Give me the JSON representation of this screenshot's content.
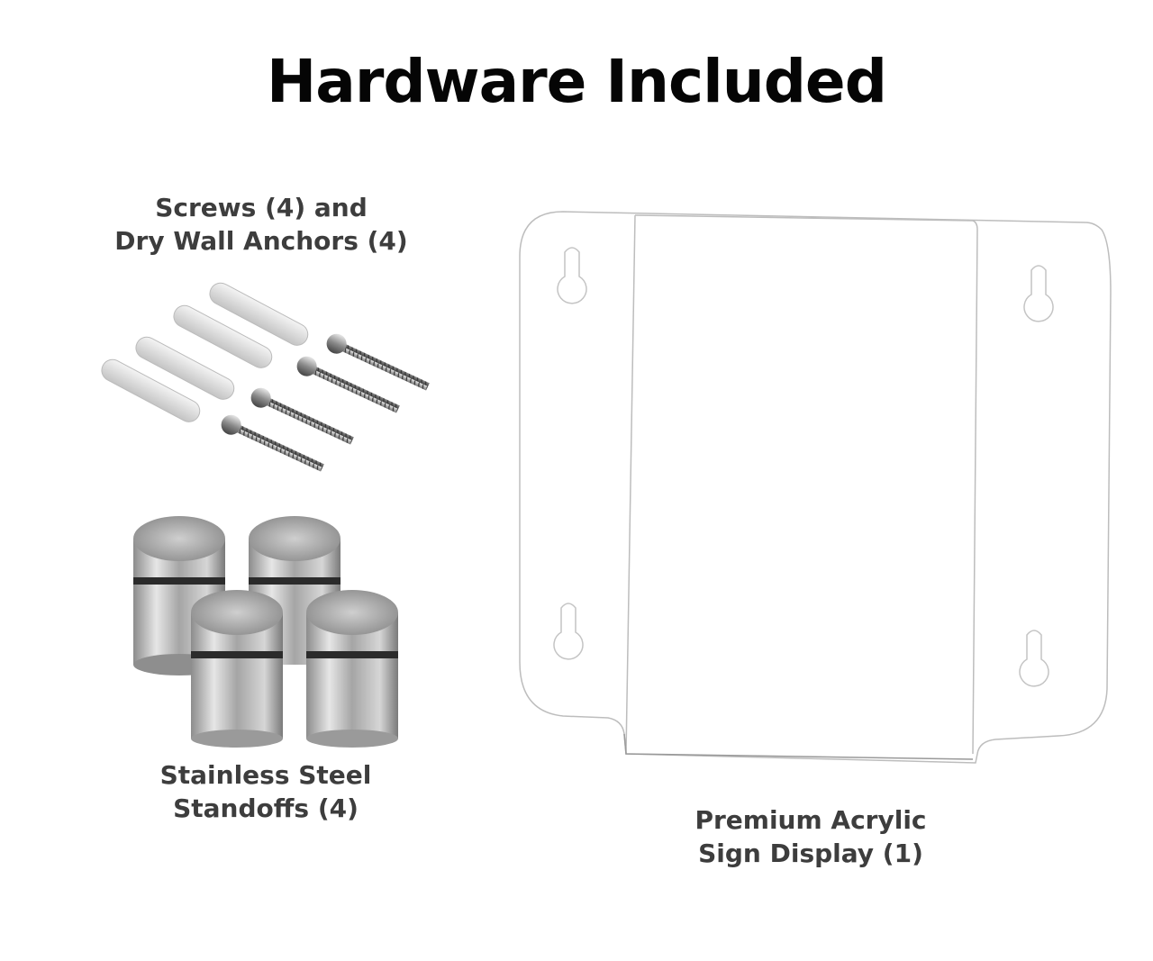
{
  "title": "Hardware Included",
  "items": [
    {
      "line1": "Screws (4) and",
      "line2": "Dry Wall Anchors (4)"
    },
    {
      "line1": "Stainless Steel",
      "line2": "Standoffs (4)"
    },
    {
      "line1": "Premium Acrylic",
      "line2": "Sign Display (1)"
    }
  ]
}
